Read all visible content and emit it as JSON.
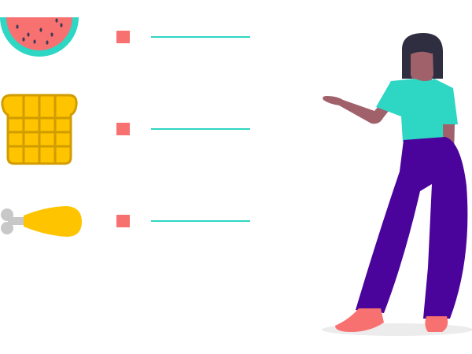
{
  "palette": {
    "background": "#ffffff",
    "watermelon_rind": "#2ed6c4",
    "watermelon_flesh": "#f87171",
    "seed": "#3f3d56",
    "waffle": "#ffc400",
    "waffle_grid": "#d09c00",
    "drumstick_meat": "#ffc400",
    "drumstick_bone": "#c8c8c8",
    "bullet": "#f87171",
    "line": "#2ed6c4",
    "skin": "#a0616a",
    "hair": "#2f2e41",
    "shirt": "#2ed6c4",
    "pants": "#4a039b",
    "shoes": "#f87171",
    "shadow": "#ececec"
  },
  "items": [
    {
      "food_icon": "watermelon-icon",
      "bullet": "square",
      "line": "placeholder-line"
    },
    {
      "food_icon": "waffle-icon",
      "bullet": "square",
      "line": "placeholder-line"
    },
    {
      "food_icon": "drumstick-icon",
      "bullet": "square",
      "line": "placeholder-line"
    }
  ],
  "figure": {
    "icon": "woman-presenting-illustration",
    "pose": "pointing-left"
  }
}
